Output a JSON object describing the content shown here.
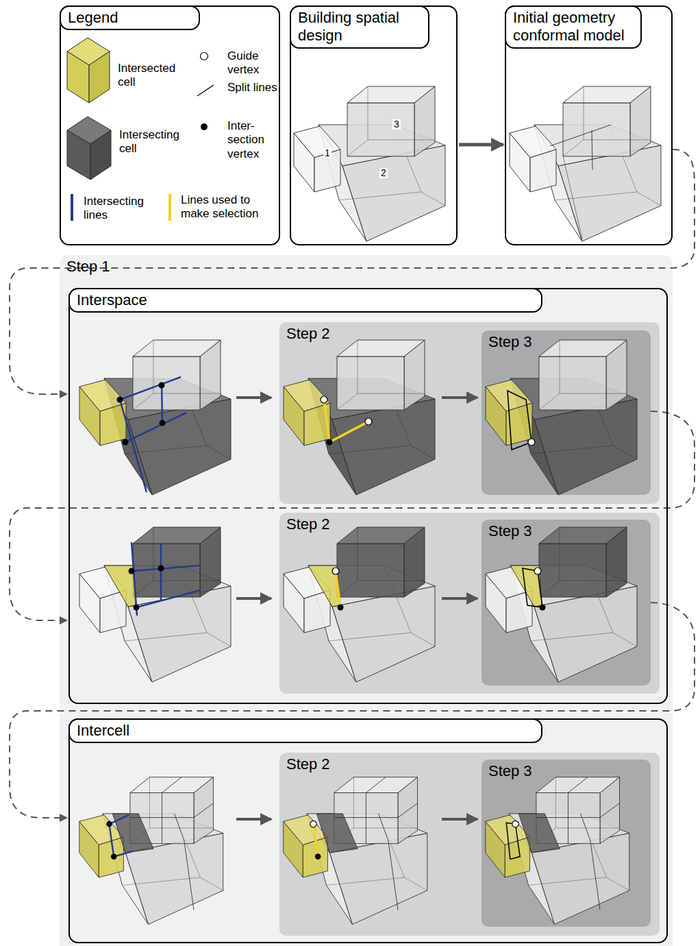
{
  "diagram": {
    "nodes": [
      {
        "text": [
          "Legend"
        ]
      },
      {
        "text": [
          "Building spatial design"
        ]
      },
      {
        "text": [
          "Initial geometry conformal model"
        ]
      },
      {
        "text": [
          "Step 1"
        ]
      },
      {
        "text": [
          "Interspace"
        ],
        "in": 3
      },
      {
        "text": [
          "Step 2"
        ],
        "in": 4
      },
      {
        "text": [
          "Step 3"
        ],
        "in": 5
      },
      {
        "text": [
          "Step 2"
        ],
        "in": 4
      },
      {
        "text": [
          "Step 3"
        ],
        "in": 7
      },
      {
        "text": [
          "Intercell"
        ],
        "in": 3
      },
      {
        "text": [
          "Step 2"
        ],
        "in": 9
      },
      {
        "text": [
          "Step 3"
        ],
        "in": 10
      }
    ],
    "edges": [
      {
        "from": 1,
        "to": 2,
        "arrow": "to"
      },
      {
        "from": 2,
        "to": 4,
        "arrow": "to"
      },
      {
        "from": 8,
        "to": 9,
        "arrow": "to"
      }
    ],
    "labels": [
      "1",
      "2",
      "3"
    ],
    "legend": [
      {
        "text": "Intersected cell"
      },
      {
        "text": "Guide vertex"
      },
      {
        "text": "Split lines"
      },
      {
        "text": "Inter- section vertex"
      },
      {
        "text": "Intersecting cell"
      },
      {
        "text": "Intersecting lines"
      },
      {
        "text": "Lines used to make selection"
      }
    ]
  }
}
